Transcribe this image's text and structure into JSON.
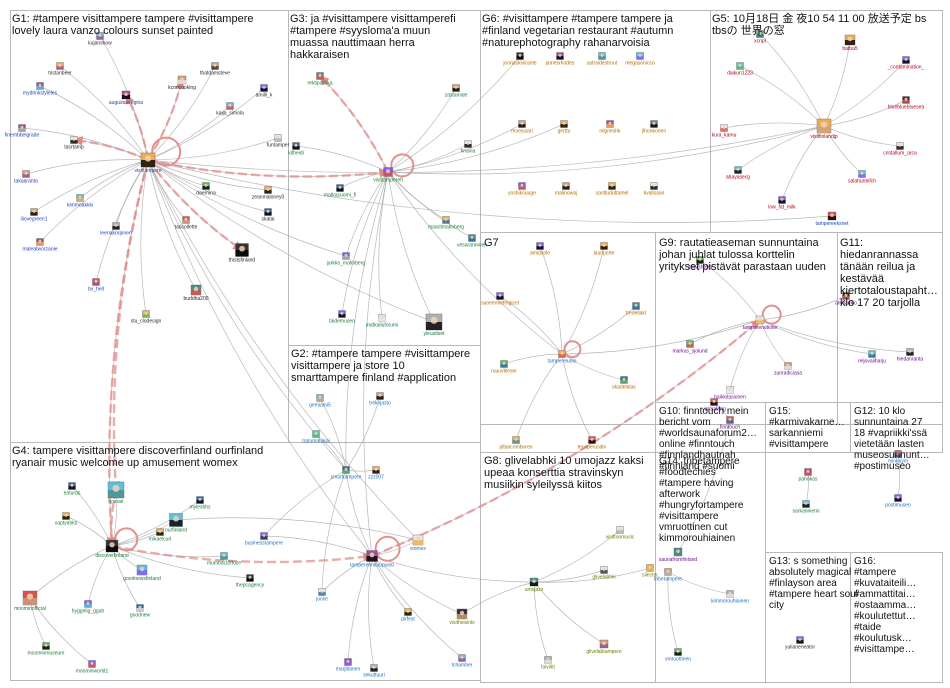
{
  "groups": [
    {
      "id": "G1",
      "lines": [
        "G1: #tampere visittampere tampere #visittampere",
        "lovely laura vanzo colours sunset painted"
      ]
    },
    {
      "id": "G3",
      "lines": [
        "G3: ja #visittampere visittamperefi",
        "#tampere #syysloma'a muun",
        "muassa nauttimaan herra",
        "hakkaraisen"
      ]
    },
    {
      "id": "G6",
      "lines": [
        "G6: #visittampere #tampere tampere ja",
        "#finland vegetarian restaurant #autumn",
        "#naturephotography rahanarvoisia"
      ]
    },
    {
      "id": "G5",
      "lines": [
        "G5: 10月18日 金 夜10 54 11 00 放送予定 bs",
        "tbsの 世界の窓"
      ]
    },
    {
      "id": "G7",
      "lines": [
        "G7"
      ]
    },
    {
      "id": "G9",
      "lines": [
        "G9: rautatieaseman sunnuntaina",
        "johan juhlat tulossa korttelin",
        "yritykset pistävät parastaan uuden"
      ]
    },
    {
      "id": "G11",
      "lines": [
        "G11:",
        "hiedanrannassa",
        "tänään reilua ja",
        "kestävää",
        "kiertotaloustapaht…",
        "klo 17 20 tarjolla"
      ]
    },
    {
      "id": "G2",
      "lines": [
        "G2: #tampere tampere #visittampere",
        "visittampere ja store 10",
        "smarttampere finland #application"
      ]
    },
    {
      "id": "G10",
      "lines": [
        "G10: finntouch mein",
        "bericht vom",
        "#worldsaunaforum2…",
        "online #finntouch",
        "#finnlandhautnah",
        "#finnland #suomi"
      ]
    },
    {
      "id": "G15",
      "lines": [
        "G15:",
        "#karmivakarne…",
        "sarkanniemi",
        "#visittampere"
      ]
    },
    {
      "id": "G12",
      "lines": [
        "G12: 10 klo",
        "sunnuntaina 27",
        "18 #vapriikki'ssä",
        "vietetään lasten",
        "museosunnunt…",
        "#postimuseo"
      ]
    },
    {
      "id": "G4",
      "lines": [
        "G4: tampere visittampere discoverfinland ourfinland",
        "ryanair music welcome up amusement womex"
      ]
    },
    {
      "id": "G8",
      "lines": [
        "G8: glivelabhki 10 umojazz kaksi",
        "upeaa konserttia stravinskyn",
        "musiikin syleilyssä kiitos"
      ]
    },
    {
      "id": "G14",
      "lines": [
        "G14: tribetampere",
        "#foodtechies",
        "#tampere having",
        "afterwork",
        "#hungryfortampere",
        "#visittampere",
        "vmruottinen cut",
        "kimmorouhiainen"
      ]
    },
    {
      "id": "G13",
      "lines": [
        "G13: s something",
        "absolutely magical",
        "#finlayson area",
        "#tampere heart soul",
        "city"
      ]
    },
    {
      "id": "G16",
      "lines": [
        "G16:",
        "#tampere",
        "#kuvataiteili…",
        "#ammattitai…",
        "#ostaamma…",
        "#koulutettut…",
        "#taide",
        "#koulutusk…",
        "#visittampe…"
      ]
    }
  ],
  "nodes": [
    {
      "name": "visittampere",
      "c": "#1f3fbf"
    },
    {
      "name": "kujanshow",
      "c": "#2a2a2a"
    },
    {
      "name": "tristanbeer",
      "c": "#2a2a2a"
    },
    {
      "name": "mydrinkstyleles",
      "c": "#1f3fbf"
    },
    {
      "name": "augustusregina",
      "c": "#1f3fbf"
    },
    {
      "name": "thatdamsteve",
      "c": "#2a2a2a"
    },
    {
      "name": "kcoocooking",
      "c": "#2a2a2a"
    },
    {
      "name": "amilli_k",
      "c": "#2a2a2a"
    },
    {
      "name": "kaija_simola",
      "c": "#2a2a2a"
    },
    {
      "name": "finembbelgrade",
      "c": "#1f3fbf"
    },
    {
      "name": "tasrtamp",
      "c": "#2a2a2a"
    },
    {
      "name": "funtamper",
      "c": "#2a2a2a"
    },
    {
      "name": "takaaranta",
      "c": "#1f3fbf"
    },
    {
      "name": "kimmoakkki",
      "c": "#1f3fbf"
    },
    {
      "name": "daerriina",
      "c": "#2a2a2a"
    },
    {
      "name": "zeanmaloney0",
      "c": "#2a2a2a"
    },
    {
      "name": "iliovegreen1",
      "c": "#1f3fbf"
    },
    {
      "name": "skatai",
      "c": "#2a2a2a"
    },
    {
      "name": "maleatworzanie",
      "c": "#1f3fbf"
    },
    {
      "name": "leenakorpinen",
      "c": "#1f3fbf"
    },
    {
      "name": "taricollette",
      "c": "#2a2a2a"
    },
    {
      "name": "thistsfinland",
      "c": "#2a2a2a"
    },
    {
      "name": "bv_hell",
      "c": "#1f3fbf"
    },
    {
      "name": "stu_clodesign",
      "c": "#2a2a2a"
    },
    {
      "name": "buddha200",
      "c": "#2a2a2a"
    },
    {
      "name": "visittamperefi",
      "c": "#1a7a3a"
    },
    {
      "name": "rektipalikka",
      "c": "#1a7a3a"
    },
    {
      "name": "kitheidi",
      "c": "#1a7a3a"
    },
    {
      "name": "matkasuomi_fi",
      "c": "#1a7a3a"
    },
    {
      "name": "finavia",
      "c": "#1a7a3a"
    },
    {
      "name": "zastamale",
      "c": "#1a7a3a"
    },
    {
      "name": "maaritmalmberg",
      "c": "#1a7a3a"
    },
    {
      "name": "vesaranninen",
      "c": "#1a7a3a"
    },
    {
      "name": "jarkko_malmberg",
      "c": "#1a7a3a"
    },
    {
      "name": "taidemuseo",
      "c": "#1a7a3a"
    },
    {
      "name": "matkailuforumi",
      "c": "#1a7a3a"
    },
    {
      "name": "yleuutiset",
      "c": "#1a7a3a"
    },
    {
      "name": "joonaskivirante",
      "c": "#b36b00"
    },
    {
      "name": "jamesrhodes",
      "c": "#b36b00"
    },
    {
      "name": "astraidestrout",
      "c": "#b36b00"
    },
    {
      "name": "megasonicco",
      "c": "#b36b00"
    },
    {
      "name": "moeissari",
      "c": "#b36b00"
    },
    {
      "name": "gerttu",
      "c": "#b36b00"
    },
    {
      "name": "nilgneshk",
      "c": "#b36b00"
    },
    {
      "name": "jlhonkonen",
      "c": "#b36b00"
    },
    {
      "name": "yoshikouuge",
      "c": "#b36b00"
    },
    {
      "name": "malinowaj",
      "c": "#b36b00"
    },
    {
      "name": "santtuduttamel",
      "c": "#b36b00"
    },
    {
      "name": "kvallsaari",
      "c": "#b36b00"
    },
    {
      "name": "xcnpl",
      "c": "#b3001b"
    },
    {
      "name": "batba5",
      "c": "#b3001b"
    },
    {
      "name": "daikun1223",
      "c": "#b3001b"
    },
    {
      "name": "_contamination_",
      "c": "#b3001b"
    },
    {
      "name": "visitfinlandjp",
      "c": "#b3001b"
    },
    {
      "name": "bluebluebluesea",
      "c": "#b3001b"
    },
    {
      "name": "kura_kamu",
      "c": "#b3001b"
    },
    {
      "name": "cristallum_arca",
      "c": "#b3001b"
    },
    {
      "name": "abayasecg",
      "c": "#b3001b"
    },
    {
      "name": "low_fat_milk",
      "c": "#b3001b"
    },
    {
      "name": "salahunbifch",
      "c": "#b3001b"
    },
    {
      "name": "tampereeksnet",
      "c": "#1f3fbf"
    },
    {
      "name": "amidsole",
      "c": "#b36b00"
    },
    {
      "name": "lauriporte",
      "c": "#b36b00"
    },
    {
      "name": "tredellakl",
      "c": "#b36b00"
    },
    {
      "name": "suoemmefmgicel",
      "c": "#b36b00"
    },
    {
      "name": "ruuuvtileser",
      "c": "#b36b00"
    },
    {
      "name": "skadelalas",
      "c": "#b36b00"
    },
    {
      "name": "jdtancomboreo",
      "c": "#b36b00"
    },
    {
      "name": "teoxperusdin",
      "c": "#b36b00"
    },
    {
      "name": "zinivahtera",
      "c": "#6a0f8f"
    },
    {
      "name": "tampereraitiotie",
      "c": "#6a0f8f"
    },
    {
      "name": "markus_sjolund",
      "c": "#6a0f8f"
    },
    {
      "name": "haikkitasionen",
      "c": "#6a0f8f"
    },
    {
      "name": "zunradiciasa",
      "c": "#6a0f8f"
    },
    {
      "name": "amhaukio",
      "c": "#6a0f8f"
    },
    {
      "name": "hiedanranta",
      "c": "#6a0f8f"
    },
    {
      "name": "reljovaliharju",
      "c": "#6a0f8f"
    },
    {
      "name": "gemiami5",
      "c": "#1f6fbf"
    },
    {
      "name": "trekirjasto",
      "c": "#1f6fbf"
    },
    {
      "name": "tratumatukai",
      "c": "#1f6fbf"
    },
    {
      "name": "smarttampere",
      "c": "#1f6fbf"
    },
    {
      "name": "zzz007",
      "c": "#1f6fbf"
    },
    {
      "name": "businesstampere",
      "c": "#1f6fbf"
    },
    {
      "name": "tampereenkaupunki",
      "c": "#1f6fbf"
    },
    {
      "name": "womex",
      "c": "#1f6fbf"
    },
    {
      "name": "jocke",
      "c": "#1f6fbf"
    },
    {
      "name": "tampereluolo",
      "c": "#1f6fbf"
    },
    {
      "name": "pirfest",
      "c": "#1f6fbf"
    },
    {
      "name": "marjlitanen",
      "c": "#1f6fbf"
    },
    {
      "name": "sekuttuuri",
      "c": "#1f6fbf"
    },
    {
      "name": "tchamber",
      "c": "#1f6fbf"
    },
    {
      "name": "visitsaferig",
      "c": "#6a0f8f"
    },
    {
      "name": "finntouch",
      "c": "#6a0f8f"
    },
    {
      "name": "saunafromfinland",
      "c": "#6a0f8f"
    },
    {
      "name": "pahokas",
      "c": "#1a7a3a"
    },
    {
      "name": "sarkanniemi",
      "c": "#1a7a3a"
    },
    {
      "name": "minkaym",
      "c": "#1f6fbf"
    },
    {
      "name": "postimuseo",
      "c": "#1f6fbf"
    },
    {
      "name": "ryanair",
      "c": "#1a7a3a"
    },
    {
      "name": "eaturas",
      "c": "#1a7a3a"
    },
    {
      "name": "vaptyahks",
      "c": "#1a7a3a"
    },
    {
      "name": "discoverfinland",
      "c": "#1a7a3a"
    },
    {
      "name": "mikaelcurl",
      "c": "#1a7a3a"
    },
    {
      "name": "ourfinland",
      "c": "#1a7a3a"
    },
    {
      "name": "mumbai10ffoze",
      "c": "#1a7a3a"
    },
    {
      "name": "thepcagency",
      "c": "#1a7a3a"
    },
    {
      "name": "goodnewsfinland",
      "c": "#1a7a3a"
    },
    {
      "name": "moominofficial",
      "c": "#1a7a3a"
    },
    {
      "name": "hyggelig_ggah",
      "c": "#1a7a3a"
    },
    {
      "name": "goodnew",
      "c": "#1a7a3a"
    },
    {
      "name": "moominmuseum",
      "c": "#1a7a3a"
    },
    {
      "name": "moominworld1",
      "c": "#1a7a3a"
    },
    {
      "name": "mylesbhs",
      "c": "#1a7a3a"
    },
    {
      "name": "umojazz",
      "c": "#6b7f00"
    },
    {
      "name": "glivelabhki",
      "c": "#6b7f00"
    },
    {
      "name": "visitheisinki",
      "c": "#6b7f00"
    },
    {
      "name": "laiviitti",
      "c": "#6b7f00"
    },
    {
      "name": "glivelabtampere",
      "c": "#6b7f00"
    },
    {
      "name": "visittoomusic",
      "c": "#6b7f00"
    },
    {
      "name": "silecter",
      "c": "#6b7f00"
    },
    {
      "name": "tribetampere",
      "c": "#1f6fbf"
    },
    {
      "name": "kimmorouhiainen",
      "c": "#1f6fbf"
    },
    {
      "name": "vmruottinen",
      "c": "#1f6fbf"
    },
    {
      "name": "yulianeneator",
      "c": "#2a2a2a"
    }
  ]
}
